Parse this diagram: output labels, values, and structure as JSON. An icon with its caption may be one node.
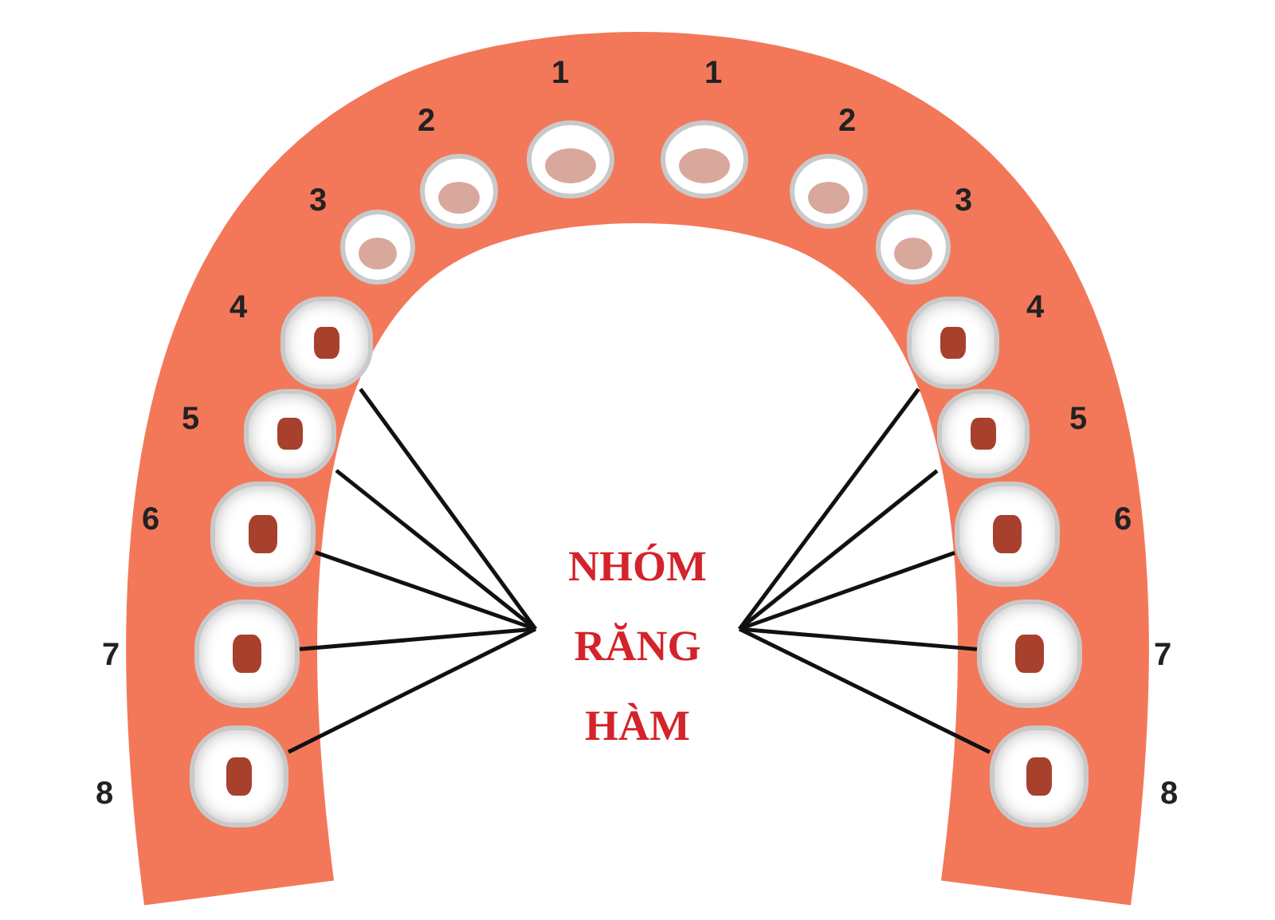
{
  "diagram": {
    "nodes": [
      {
        "text": [
          "NHÓM RĂNG HÀM"
        ]
      },
      {
        "text": [],
        "shape": "picture"
      },
      {
        "text": [],
        "shape": "picture"
      },
      {
        "text": [],
        "shape": "picture"
      },
      {
        "text": [],
        "shape": "picture"
      },
      {
        "text": [],
        "shape": "picture"
      },
      {
        "text": [],
        "shape": "picture"
      },
      {
        "text": [],
        "shape": "picture"
      },
      {
        "text": [],
        "shape": "picture"
      },
      {
        "text": [],
        "shape": "picture"
      },
      {
        "text": [],
        "shape": "picture"
      }
    ],
    "edges": [
      {
        "from": 0,
        "to": 1,
        "arrow": "none"
      },
      {
        "from": 0,
        "to": 2,
        "arrow": "none"
      },
      {
        "from": 0,
        "to": 3,
        "arrow": "none"
      },
      {
        "from": 0,
        "to": 4,
        "arrow": "none"
      },
      {
        "from": 0,
        "to": 5,
        "arrow": "none"
      },
      {
        "from": 0,
        "to": 6,
        "arrow": "none"
      },
      {
        "from": 0,
        "to": 7,
        "arrow": "none"
      },
      {
        "from": 0,
        "to": 8,
        "arrow": "none"
      },
      {
        "from": 0,
        "to": 9,
        "arrow": "none"
      },
      {
        "from": 0,
        "to": 10,
        "arrow": "none"
      }
    ],
    "labels": [
      "1",
      "1",
      "2",
      "2",
      "3",
      "3",
      "4",
      "4",
      "5",
      "5",
      "6",
      "6",
      "7",
      "7",
      "8",
      "8"
    ]
  }
}
